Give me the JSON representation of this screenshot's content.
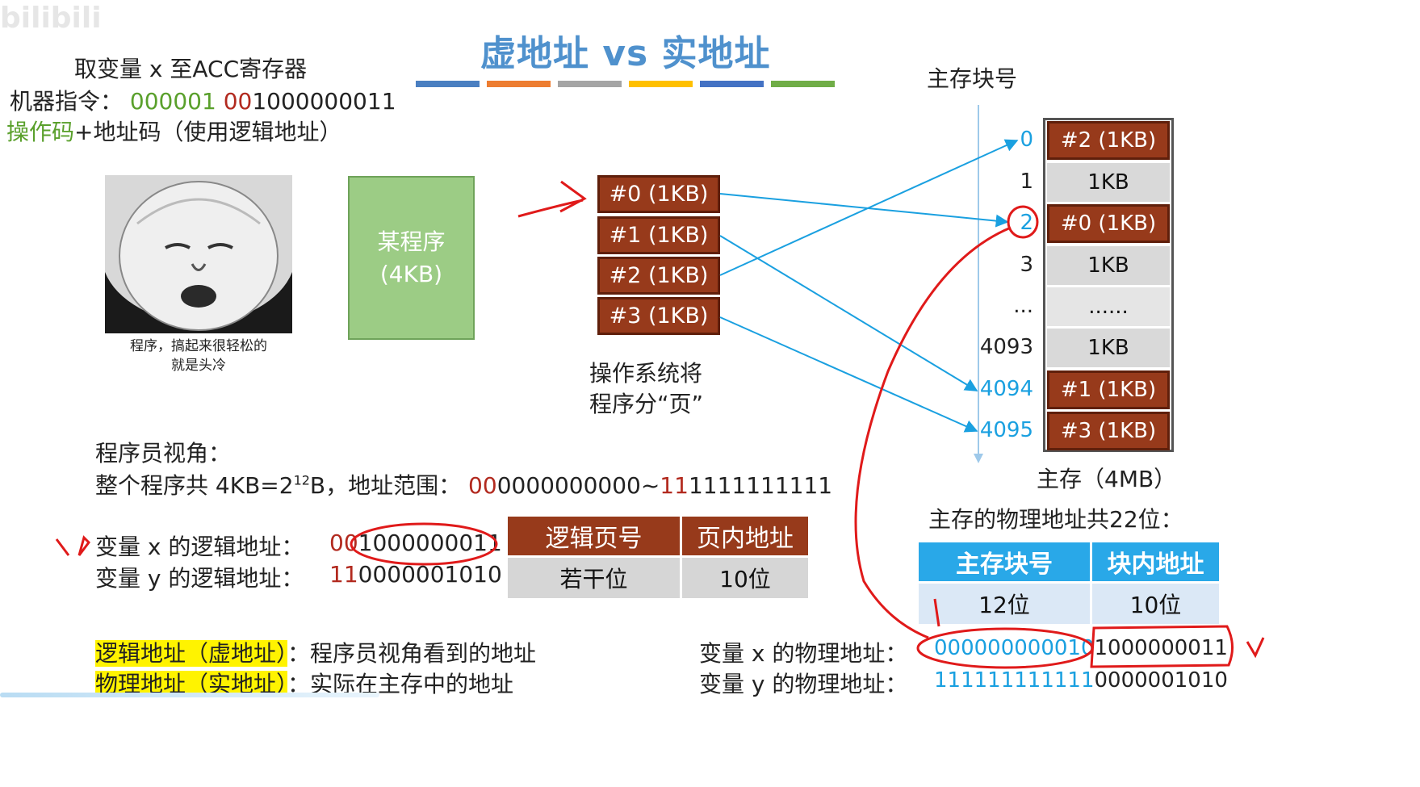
{
  "watermark": "bilibili",
  "header": {
    "title": "虚地址 vs 实地址",
    "bar_colors": [
      "#4a7fc1",
      "#ed7d31",
      "#a5a5a5",
      "#ffc000",
      "#4472c4",
      "#70ad47"
    ]
  },
  "instruction": {
    "line1": "取变量 x 至ACC寄存器",
    "line2_label": "机器指令：",
    "opcode": "000001",
    "addr_red": "00",
    "addr_rest": "1000000011",
    "line3_green": "操作码",
    "line3_rest": "+地址码（使用逻辑地址）"
  },
  "meme": {
    "caption_line1": "程序，搞起来很轻松的",
    "caption_line2": "就是头冷"
  },
  "program_box": {
    "line1": "某程序",
    "line2": "(4KB)"
  },
  "pages": [
    "#0 (1KB)",
    "#1 (1KB)",
    "#2 (1KB)",
    "#3 (1KB)"
  ],
  "pages_caption": {
    "line1": "操作系统将",
    "line2": "程序分“页”"
  },
  "memory": {
    "heading": "主存块号",
    "indices": [
      "0",
      "1",
      "2",
      "3",
      "...",
      "4093",
      "4094",
      "4095"
    ],
    "cells": [
      "#2 (1KB)",
      "1KB",
      "#0 (1KB)",
      "1KB",
      "......",
      "1KB",
      "#1 (1KB)",
      "#3 (1KB)"
    ],
    "caption": "主存（4MB）"
  },
  "programmer_view": {
    "heading": "程序员视角：",
    "line_prefix": "整个程序共 4KB=2",
    "line_sup": "12",
    "line_mid": "B，地址范围：",
    "range_red1": "00",
    "range_blk1": "0000000000~",
    "range_red2": "11",
    "range_blk2": "1111111111"
  },
  "logical": {
    "x_label": "变量 x 的逻辑地址：",
    "x_red": "00",
    "x_rest": "1000000011",
    "y_label": "变量 y 的逻辑地址：",
    "y_red": "11",
    "y_rest": "0000001010"
  },
  "logical_table": {
    "headers": [
      "逻辑页号",
      "页内地址"
    ],
    "cells": [
      "若干位",
      "10位"
    ]
  },
  "physical_heading": "主存的物理地址共22位：",
  "physical_table": {
    "headers": [
      "主存块号",
      "块内地址"
    ],
    "cells": [
      "12位",
      "10位"
    ]
  },
  "physical": {
    "x_label": "变量 x 的物理地址：",
    "x_blue": "000000000010",
    "x_rest": "1000000011",
    "y_label": "变量 y 的物理地址：",
    "y_blue": "111111111111",
    "y_rest": "0000001010"
  },
  "definitions": {
    "logical_term": "逻辑地址（虚地址）",
    "logical_desc": "：程序员视角看到的地址",
    "physical_term": "物理地址（实地址）",
    "physical_desc": "：实际在主存中的地址"
  }
}
